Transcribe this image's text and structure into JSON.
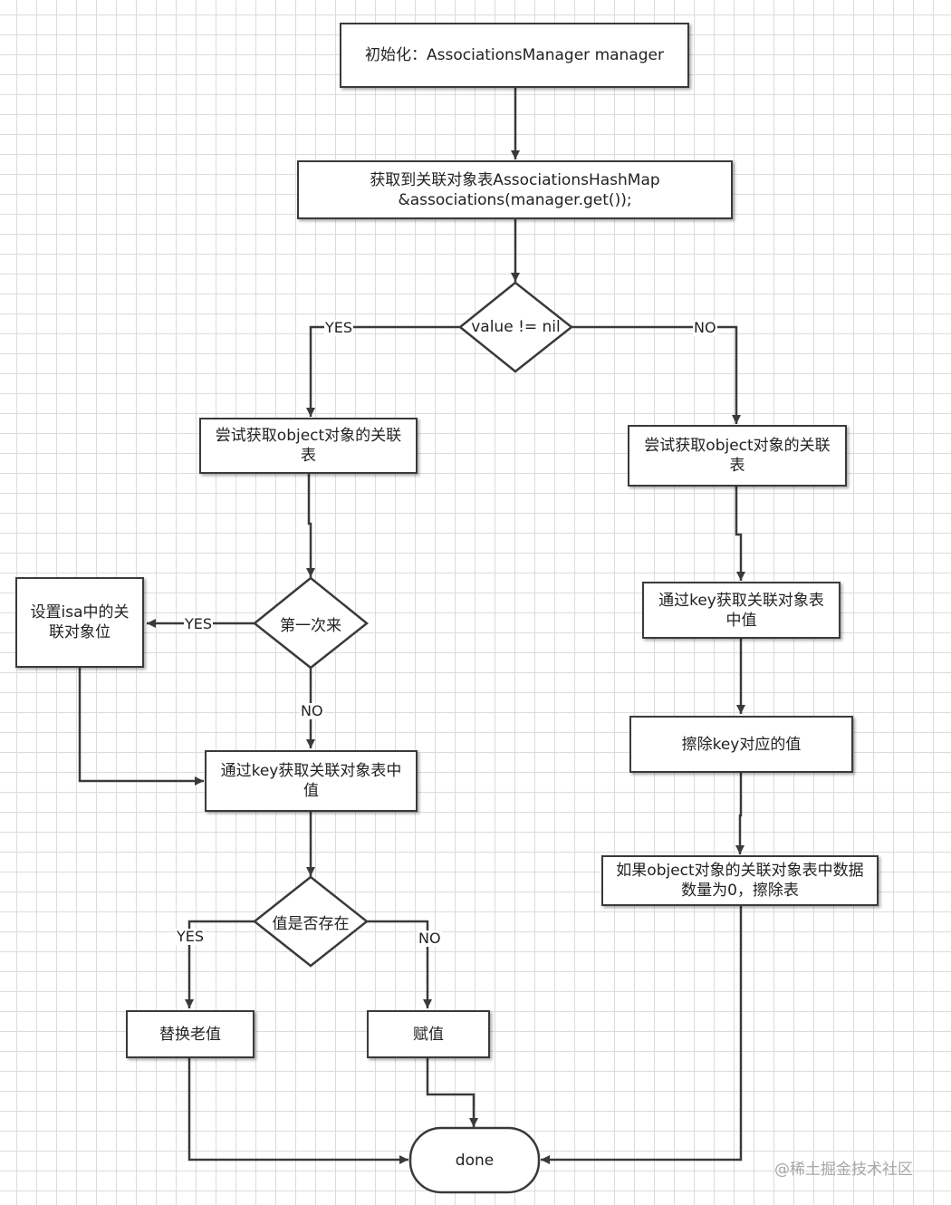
{
  "nodes": {
    "init": "初始化：AssociationsManager manager",
    "get_map_line1": "获取到关联对象表AssociationsHashMap",
    "get_map_line2": "&associations(manager.get());",
    "value_check": "value != nil",
    "try_get_left": "尝试获取object对象的关联表",
    "first_time": "第一次来",
    "set_isa": "设置isa中的关联对象位",
    "get_value_left": "通过key获取关联对象表中值",
    "value_exists": "值是否存在",
    "replace_old": "替换老值",
    "assign": "赋值",
    "try_get_right": "尝试获取object对象的关联表",
    "get_value_right": "通过key获取关联对象表中值",
    "erase_key": "擦除key对应的值",
    "erase_table": "如果object对象的关联对象表中数据数量为0，擦除表",
    "done": "done"
  },
  "edge_labels": {
    "value_yes": "YES",
    "value_no": "NO",
    "first_yes": "YES",
    "first_no": "NO",
    "exists_yes": "YES",
    "exists_no": "NO"
  },
  "watermark": "@稀土掘金技术社区",
  "colors": {
    "stroke": "#3a3a3a",
    "grid": "#dcdcdc",
    "background": "#ffffff"
  }
}
